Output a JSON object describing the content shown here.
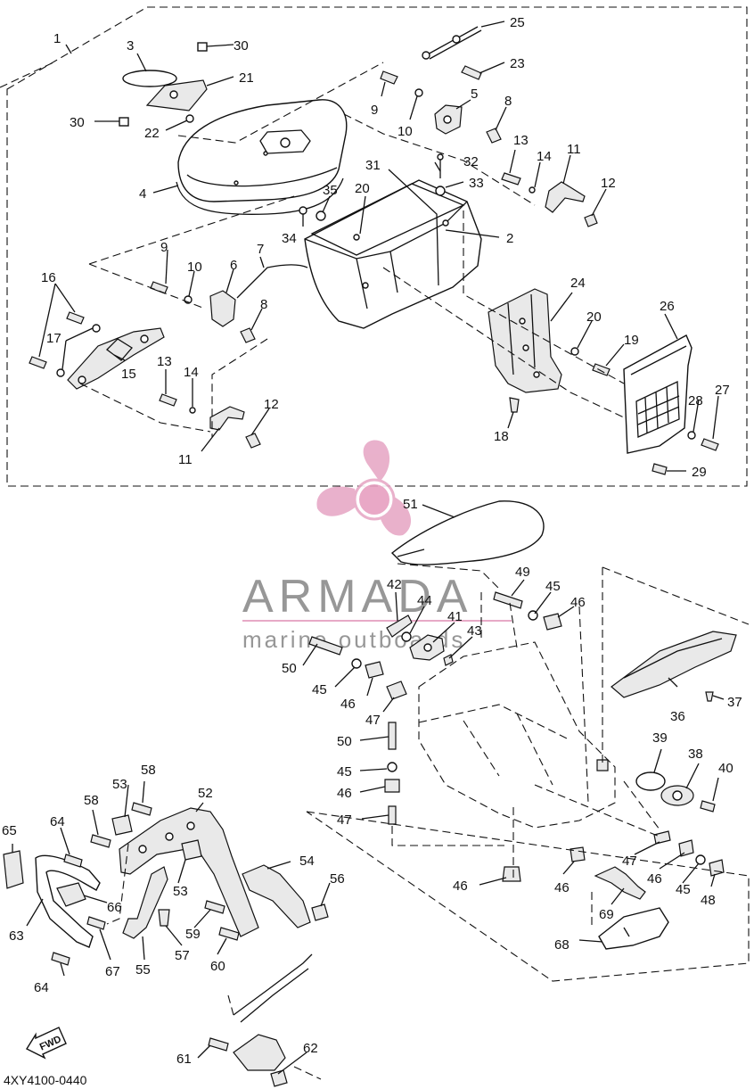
{
  "diagram_code": "4XY4100-0440",
  "fwd_label": "FWD",
  "watermark": {
    "title": "ARMADA",
    "subtitle": "marine outboards",
    "color": "#e7a9c6",
    "text_color": "#8c8c8c"
  },
  "callouts": [
    "1",
    "2",
    "3",
    "4",
    "5",
    "6",
    "7",
    "8",
    "9",
    "10",
    "11",
    "12",
    "13",
    "14",
    "15",
    "16",
    "17",
    "18",
    "19",
    "20",
    "21",
    "22",
    "23",
    "24",
    "25",
    "26",
    "27",
    "28",
    "29",
    "30",
    "31",
    "32",
    "33",
    "34",
    "35",
    "36",
    "37",
    "38",
    "39",
    "40",
    "41",
    "42",
    "43",
    "44",
    "45",
    "46",
    "47",
    "48",
    "49",
    "50",
    "51",
    "52",
    "53",
    "54",
    "55",
    "56",
    "57",
    "58",
    "59",
    "60",
    "61",
    "62",
    "63",
    "64",
    "65",
    "66",
    "67",
    "68",
    "69"
  ]
}
